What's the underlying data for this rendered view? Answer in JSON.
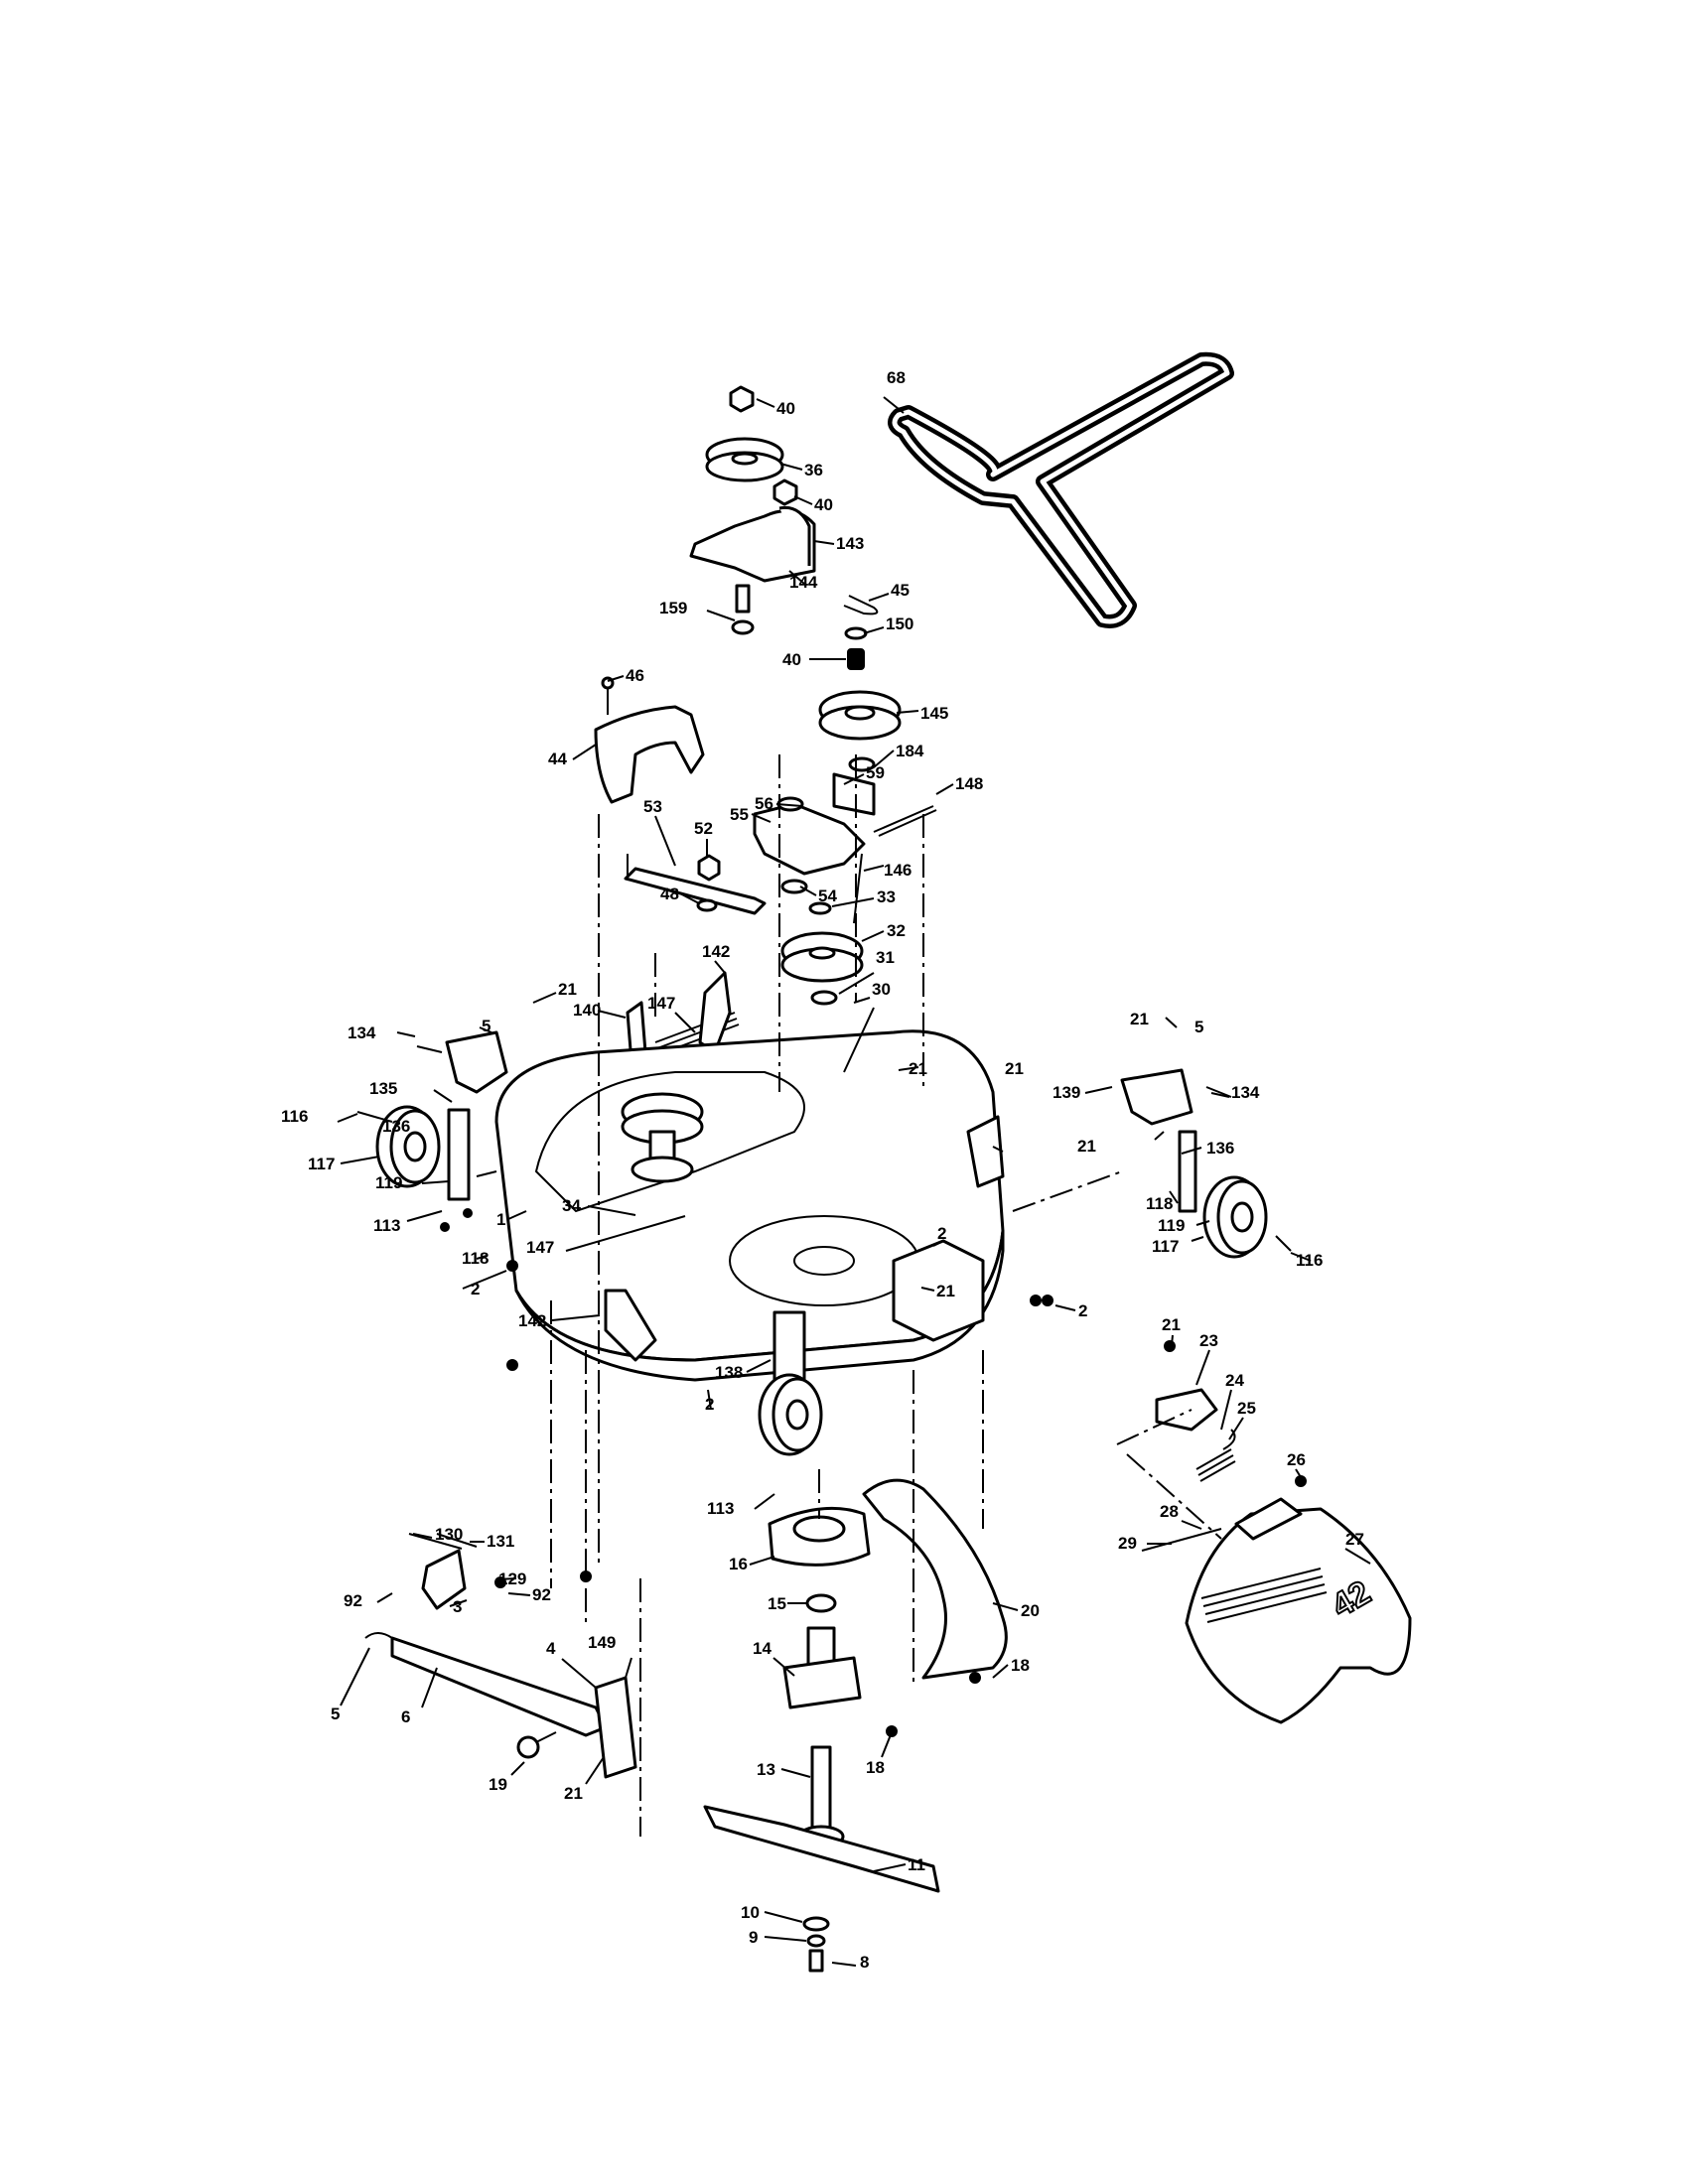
{
  "diagram": {
    "deck_badge": "42",
    "callouts": [
      {
        "id": "c68",
        "text": "68"
      },
      {
        "id": "c40a",
        "text": "40"
      },
      {
        "id": "c36",
        "text": "36"
      },
      {
        "id": "c40b",
        "text": "40"
      },
      {
        "id": "c143",
        "text": "143"
      },
      {
        "id": "c144",
        "text": "144"
      },
      {
        "id": "c45",
        "text": "45"
      },
      {
        "id": "c159",
        "text": "159"
      },
      {
        "id": "c150",
        "text": "150"
      },
      {
        "id": "c40c",
        "text": "40"
      },
      {
        "id": "c46",
        "text": "46"
      },
      {
        "id": "c145",
        "text": "145"
      },
      {
        "id": "c44",
        "text": "44"
      },
      {
        "id": "c184",
        "text": "184"
      },
      {
        "id": "c56",
        "text": "56"
      },
      {
        "id": "c59",
        "text": "59"
      },
      {
        "id": "c148",
        "text": "148"
      },
      {
        "id": "c53",
        "text": "53"
      },
      {
        "id": "c55",
        "text": "55"
      },
      {
        "id": "c52",
        "text": "52"
      },
      {
        "id": "c146",
        "text": "146"
      },
      {
        "id": "c48",
        "text": "48"
      },
      {
        "id": "c54",
        "text": "54"
      },
      {
        "id": "c33",
        "text": "33"
      },
      {
        "id": "c32",
        "text": "32"
      },
      {
        "id": "c142a",
        "text": "142"
      },
      {
        "id": "c31",
        "text": "31"
      },
      {
        "id": "c147a",
        "text": "147"
      },
      {
        "id": "c30",
        "text": "30"
      },
      {
        "id": "c21a",
        "text": "21"
      },
      {
        "id": "c140",
        "text": "140"
      },
      {
        "id": "c134a",
        "text": "134"
      },
      {
        "id": "c5a",
        "text": "5"
      },
      {
        "id": "c21b",
        "text": "21"
      },
      {
        "id": "c21c",
        "text": "21"
      },
      {
        "id": "c5b",
        "text": "5"
      },
      {
        "id": "c135",
        "text": "135"
      },
      {
        "id": "c139",
        "text": "139"
      },
      {
        "id": "c134b",
        "text": "134"
      },
      {
        "id": "c21d",
        "text": "21"
      },
      {
        "id": "c116a",
        "text": "116"
      },
      {
        "id": "c136a",
        "text": "136"
      },
      {
        "id": "c21e",
        "text": "21"
      },
      {
        "id": "c136b",
        "text": "136"
      },
      {
        "id": "c117a",
        "text": "117"
      },
      {
        "id": "c119a",
        "text": "119"
      },
      {
        "id": "c113a",
        "text": "113"
      },
      {
        "id": "c1",
        "text": "1"
      },
      {
        "id": "c34",
        "text": "34"
      },
      {
        "id": "c118a",
        "text": "118"
      },
      {
        "id": "c118b",
        "text": "118"
      },
      {
        "id": "c119b",
        "text": "119"
      },
      {
        "id": "c117b",
        "text": "117"
      },
      {
        "id": "c147b",
        "text": "147"
      },
      {
        "id": "c2a",
        "text": "2"
      },
      {
        "id": "c116b",
        "text": "116"
      },
      {
        "id": "c2b",
        "text": "2"
      },
      {
        "id": "c21f",
        "text": "21"
      },
      {
        "id": "c2c",
        "text": "2"
      },
      {
        "id": "c142b",
        "text": "142"
      },
      {
        "id": "c21g",
        "text": "21"
      },
      {
        "id": "c23",
        "text": "23"
      },
      {
        "id": "c138",
        "text": "138"
      },
      {
        "id": "c2d",
        "text": "2"
      },
      {
        "id": "c24",
        "text": "24"
      },
      {
        "id": "c25",
        "text": "25"
      },
      {
        "id": "c26",
        "text": "26"
      },
      {
        "id": "c113b",
        "text": "113"
      },
      {
        "id": "c28",
        "text": "28"
      },
      {
        "id": "c29",
        "text": "29"
      },
      {
        "id": "c27",
        "text": "27"
      },
      {
        "id": "c130",
        "text": "130"
      },
      {
        "id": "c131",
        "text": "131"
      },
      {
        "id": "c16",
        "text": "16"
      },
      {
        "id": "c129",
        "text": "129"
      },
      {
        "id": "c92a",
        "text": "92"
      },
      {
        "id": "c92b",
        "text": "92"
      },
      {
        "id": "c3",
        "text": "3"
      },
      {
        "id": "c15",
        "text": "15"
      },
      {
        "id": "c20",
        "text": "20"
      },
      {
        "id": "c4",
        "text": "4"
      },
      {
        "id": "c149",
        "text": "149"
      },
      {
        "id": "c14",
        "text": "14"
      },
      {
        "id": "c18a",
        "text": "18"
      },
      {
        "id": "c5c",
        "text": "5"
      },
      {
        "id": "c6",
        "text": "6"
      },
      {
        "id": "c18b",
        "text": "18"
      },
      {
        "id": "c19",
        "text": "19"
      },
      {
        "id": "c21h",
        "text": "21"
      },
      {
        "id": "c13",
        "text": "13"
      },
      {
        "id": "c11",
        "text": "11"
      },
      {
        "id": "c10",
        "text": "10"
      },
      {
        "id": "c9",
        "text": "9"
      },
      {
        "id": "c8",
        "text": "8"
      }
    ]
  }
}
